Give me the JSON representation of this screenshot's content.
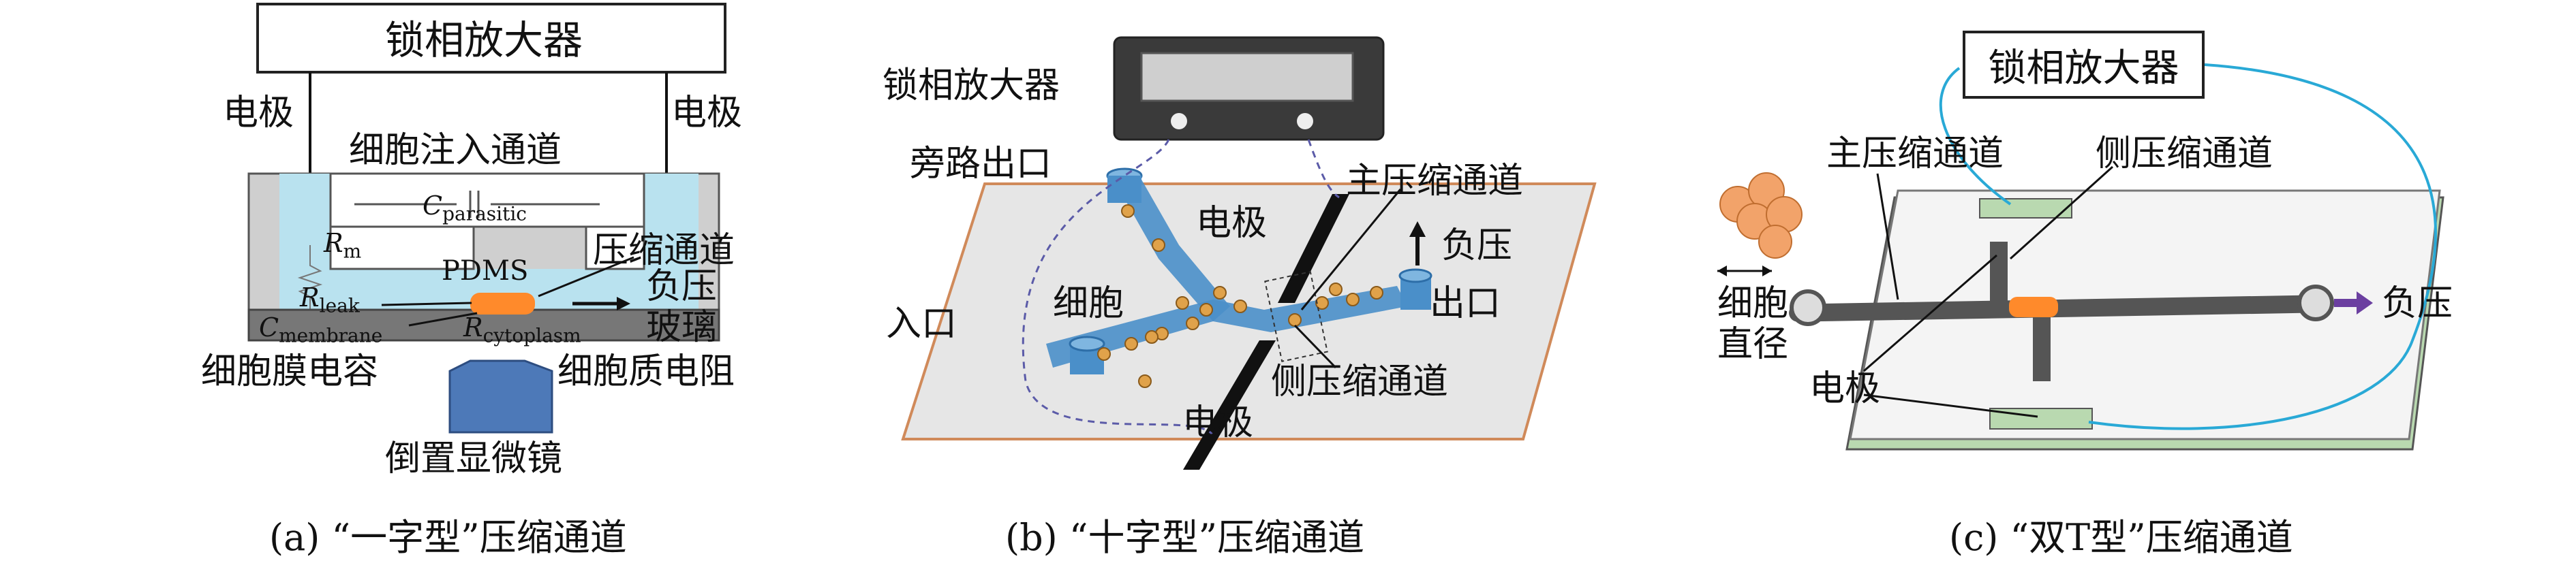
{
  "panel_a": {
    "amplifier": "锁相放大器",
    "electrode_left": "电极",
    "electrode_right": "电极",
    "cell_injection_channel": "细胞注入通道",
    "c_parasitic": "C",
    "c_parasitic_sub": "parasitic",
    "r_m": "R",
    "r_m_sub": "m",
    "pdms": "PDMS",
    "compression_channel": "压缩通道",
    "r_leak": "R",
    "r_leak_sub": "leak",
    "negative_pressure": "负压",
    "c_membrane": "C",
    "c_membrane_sub": "membrane",
    "r_cytoplasm": "R",
    "r_cytoplasm_sub": "cytoplasm",
    "glass": "玻璃",
    "membrane_capacitance": "细胞膜电容",
    "cytoplasm_resistance": "细胞质电阻",
    "microscope": "倒置显微镜",
    "caption": "(a) “一字型”压缩通道"
  },
  "panel_b": {
    "amplifier": "锁相放大器",
    "bypass_outlet": "旁路出口",
    "main_channel": "主压缩通道",
    "electrode_top": "电极",
    "negative_pressure": "负压",
    "cell": "细胞",
    "inlet": "入口",
    "outlet": "出口",
    "side_channel": "侧压缩通道",
    "electrode_bottom": "电极",
    "caption": "(b) “十字型”压缩通道"
  },
  "panel_c": {
    "amplifier": "锁相放大器",
    "main_channel": "主压缩通道",
    "side_channel": "侧压缩通道",
    "cell_diameter_line1": "细胞",
    "cell_diameter_line2": "直径",
    "negative_pressure": "负压",
    "electrode": "电极",
    "caption": "(c) “双T型”压缩通道"
  },
  "colors": {
    "liquid": "#b9e2ef",
    "gray_block": "#cfcfcf",
    "substrate": "#777777",
    "cell_orange": "#ff8a2b",
    "microscope": "#4d79b8",
    "channel_blue": "#4a8fc9",
    "cell_bead": "#e0a24a",
    "glass_sheet": "#dedede",
    "board_border": "#d08a5a",
    "chip_green": "#b9d9b0",
    "channel_dark": "#555555",
    "cable_cyan": "#29a9d6",
    "arrow_purple": "#6b3fa0"
  }
}
